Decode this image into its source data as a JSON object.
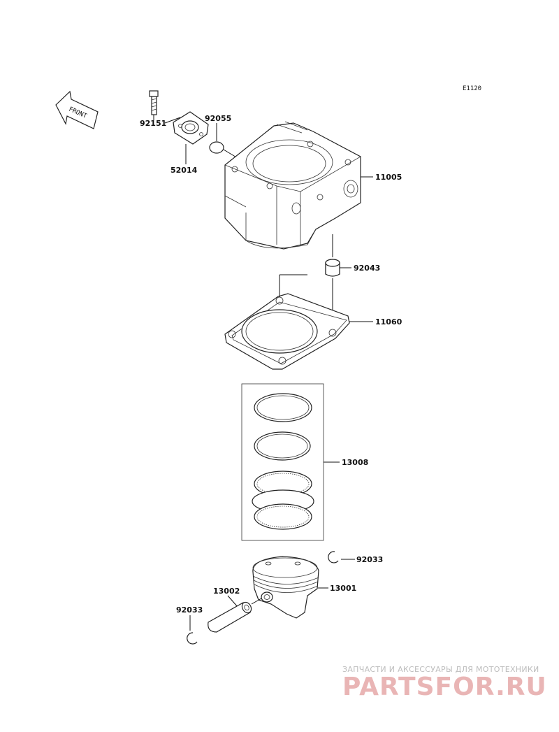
{
  "diagram_code": "E1120",
  "front_label": "FRONT",
  "parts": {
    "bolt": "92151",
    "oring": "92055",
    "fitting": "52014",
    "cylinder": "11005",
    "dowel": "92043",
    "gasket": "11060",
    "rings": "13008",
    "circlip_right": "92033",
    "piston": "13001",
    "pin": "13002",
    "circlip_left": "92033"
  },
  "watermark": {
    "line1": "ЗАПЧАСТИ И АКСЕССУАРЫ ДЛЯ МОТОТЕХНИКИ",
    "line2": "PARTSFOR.RU"
  }
}
